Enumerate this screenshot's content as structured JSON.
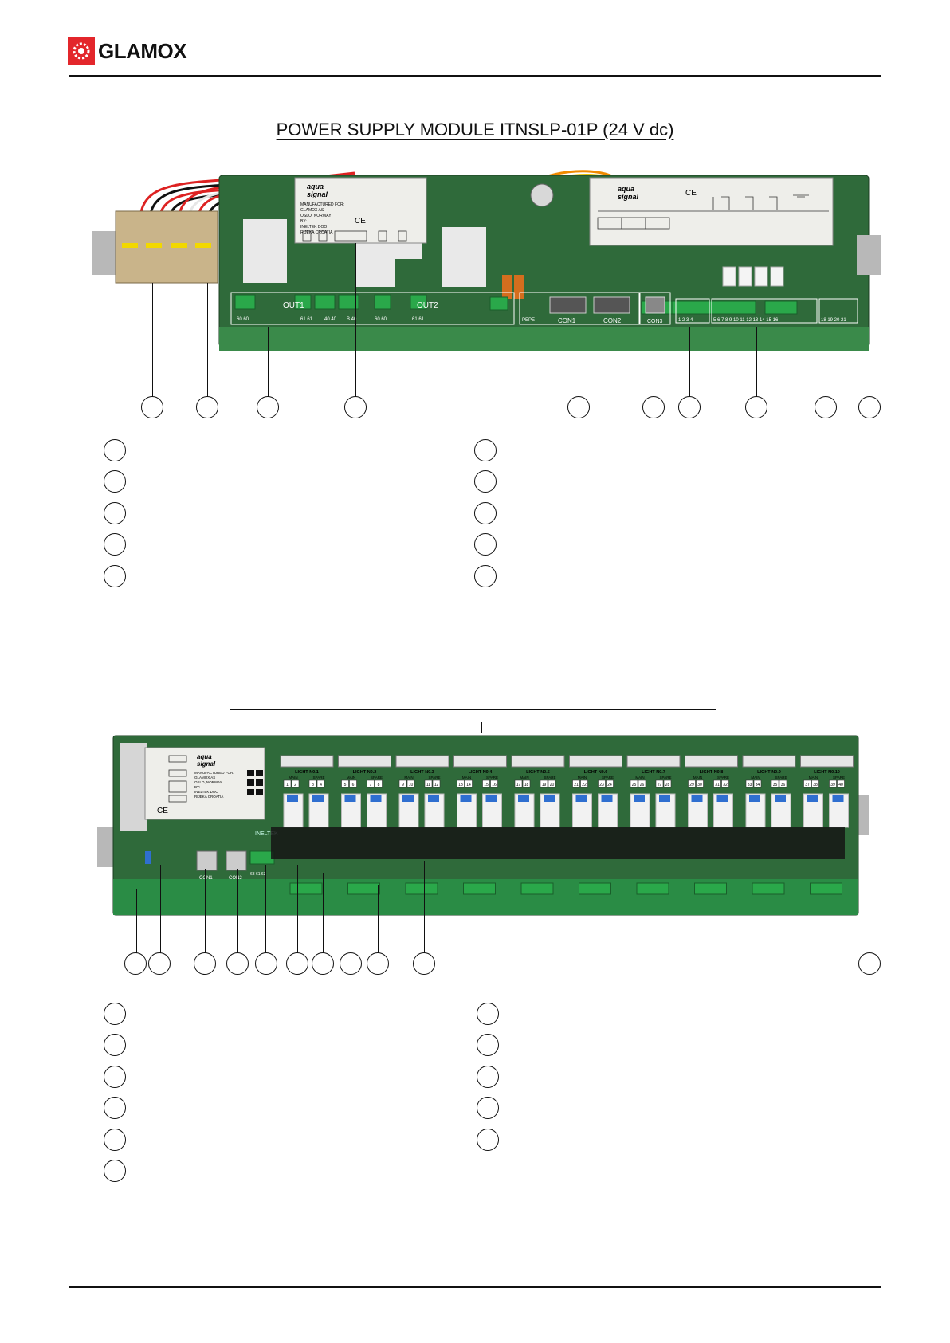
{
  "header": {
    "brand": "GLAMOX"
  },
  "figure1": {
    "title": "POWER SUPPLY MODULE ITNSLP-01P (24 V dc)",
    "label_manufactured": "MANUFACTURED FOR:",
    "label_glamox": "GLAMOX AS",
    "label_address": "OSLO, NORWAY",
    "label_by": "BY:",
    "label_ineltek": "INELTEK DOO",
    "label_city": "RIJEKA CROATIA",
    "ce": "CE",
    "aqua": "aqua",
    "signal": "signal",
    "out1": "OUT1",
    "out2": "OUT2",
    "con1": "CON1",
    "con2": "CON2",
    "con3": "CON3",
    "pepe": "PEPE",
    "term_60_60": "60 60",
    "term_61_61": "61 61",
    "term_40_40": "40 40",
    "term_b_40": "B 40",
    "term_60_60b": "60 60",
    "term_61_61b": "61 61",
    "term_1_4": "1 2 3 4",
    "term_5_16": "5 6 7 8 9 10 11 12 13 14 15 16",
    "term_18_21": "18 19 20 21"
  },
  "figure2": {
    "lights": [
      {
        "name": "LIGHT N0.1",
        "main": "MAIN",
        "spare": "SPARE",
        "t1": "1",
        "t2": "2",
        "t3": "3",
        "t4": "4"
      },
      {
        "name": "LIGHT N0.2",
        "main": "MAIN",
        "spare": "SPARE",
        "t1": "5",
        "t2": "6",
        "t3": "7",
        "t4": "8"
      },
      {
        "name": "LIGHT N0.3",
        "main": "MAIN",
        "spare": "SPARE",
        "t1": "9",
        "t2": "10",
        "t3": "11",
        "t4": "12"
      },
      {
        "name": "LIGHT N0.4",
        "main": "MAIN",
        "spare": "SPARE",
        "t1": "13",
        "t2": "14",
        "t3": "15",
        "t4": "16"
      },
      {
        "name": "LIGHT N0.5",
        "main": "MAIN",
        "spare": "SPARE",
        "t1": "17",
        "t2": "18",
        "t3": "19",
        "t4": "20"
      },
      {
        "name": "LIGHT N0.6",
        "main": "MAIN",
        "spare": "SPARE",
        "t1": "21",
        "t2": "22",
        "t3": "23",
        "t4": "24"
      },
      {
        "name": "LIGHT N0.7",
        "main": "MAIN",
        "spare": "SPARE",
        "t1": "25",
        "t2": "26",
        "t3": "27",
        "t4": "28"
      },
      {
        "name": "LIGHT N0.8",
        "main": "MAIN",
        "spare": "SPARE",
        "t1": "29",
        "t2": "30",
        "t3": "31",
        "t4": "32"
      },
      {
        "name": "LIGHT N0.9",
        "main": "MAIN",
        "spare": "SPARE",
        "t1": "33",
        "t2": "34",
        "t3": "35",
        "t4": "36"
      },
      {
        "name": "LIGHT N0.10",
        "main": "MAIN",
        "spare": "SPARE",
        "t1": "37",
        "t2": "38",
        "t3": "39",
        "t4": "40"
      }
    ],
    "con1": "CON1",
    "con2": "CON2",
    "ineltek": "INELTEK",
    "ce": "CE",
    "aqua": "aqua",
    "signal": "signal",
    "label_manufactured": "MANUFACTURED FOR:",
    "label_glamox": "GLAMOX AS",
    "label_address": "OSLO, NORWAY",
    "label_by": "BY:",
    "label_ineltek": "INELTEK DOO",
    "label_city": "RIJEKA CROATIA",
    "term_63": "63 61 63"
  },
  "colors": {
    "brand_red": "#e3262b",
    "pcb_green": "#2f6a3a",
    "terminal_green": "#2aa84a",
    "relay_blue": "#2f6fd0"
  }
}
